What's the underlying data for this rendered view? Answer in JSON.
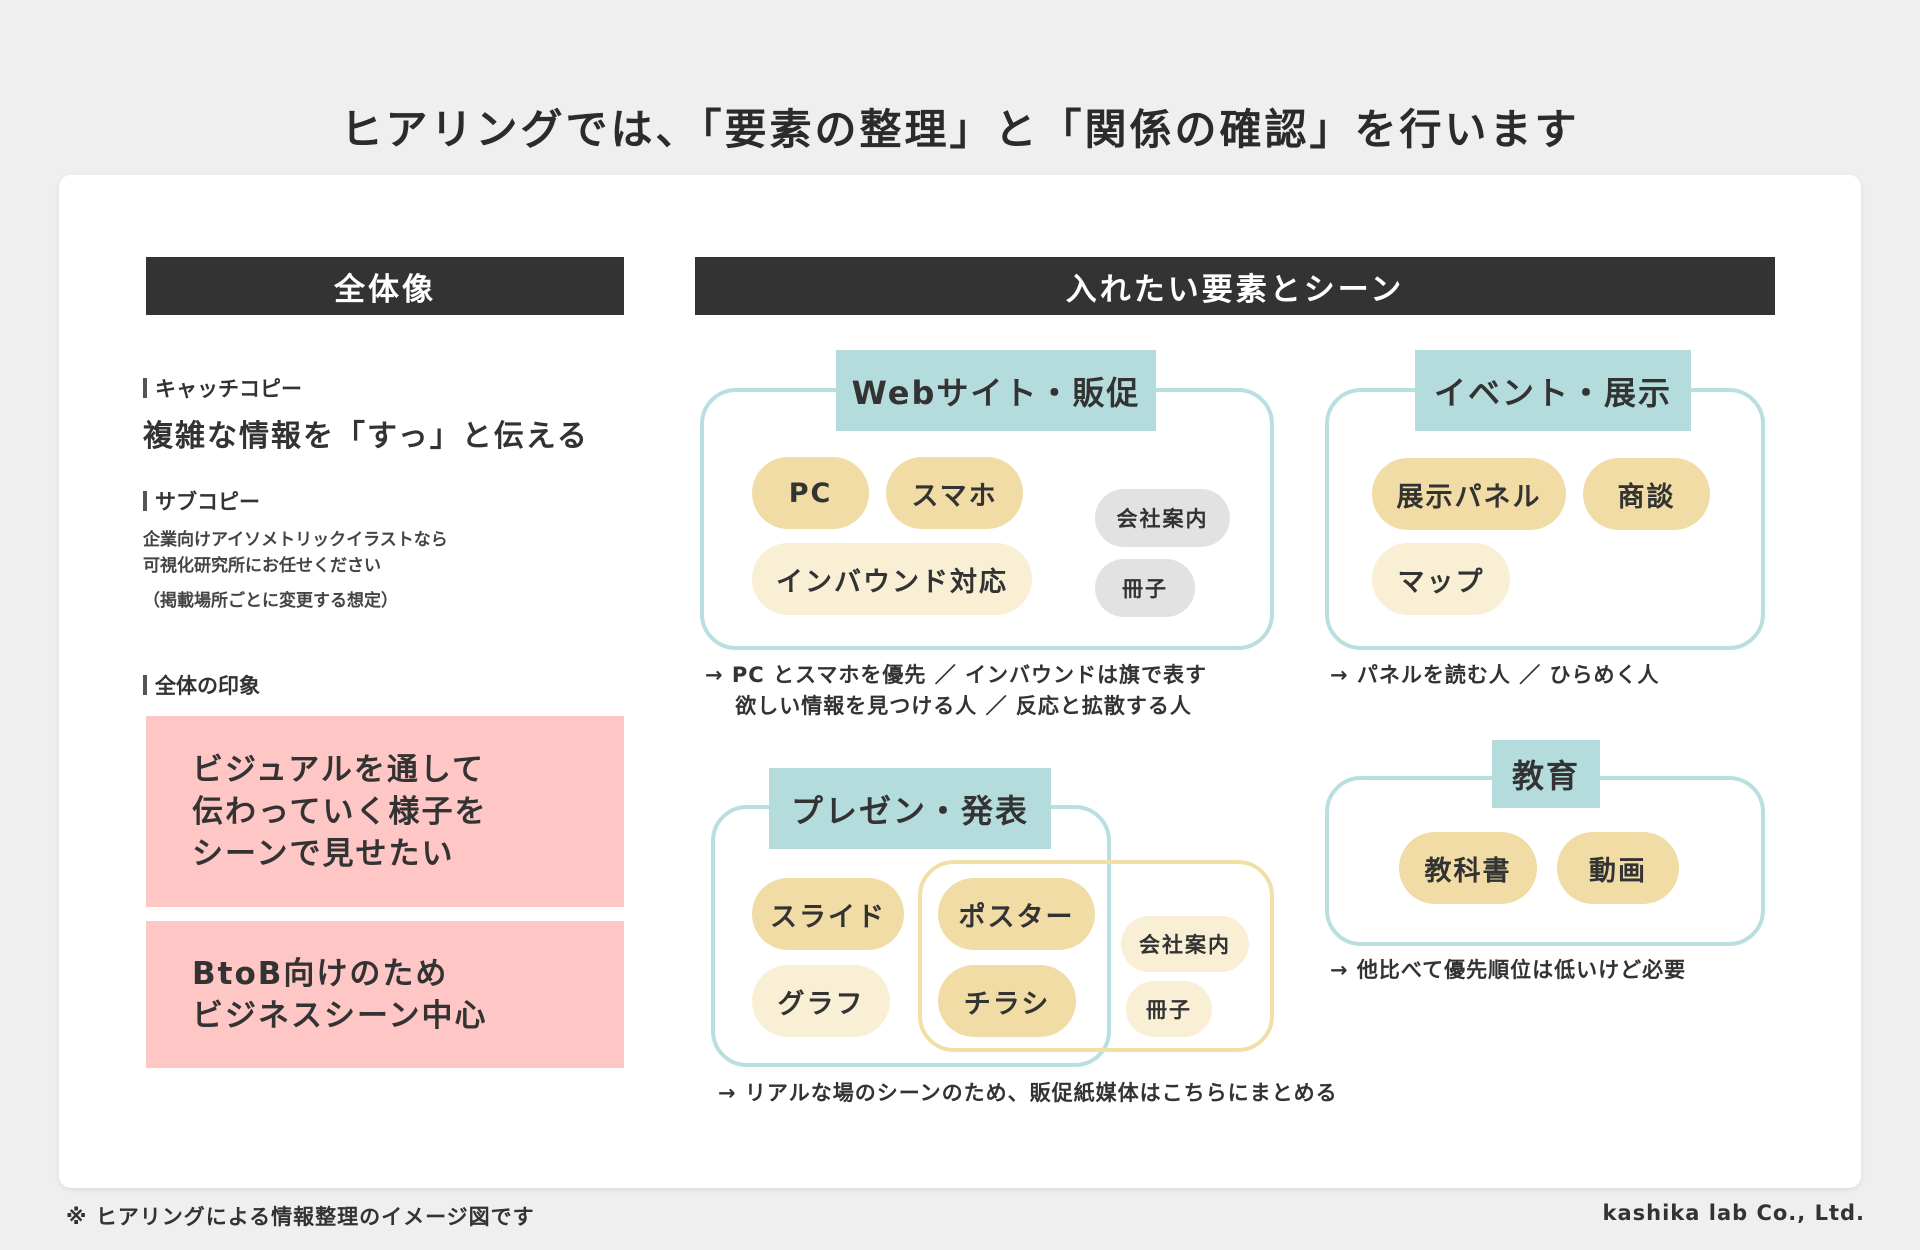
{
  "title": "ヒアリングでは、「要素の整理」と「関係の確認」を行います",
  "left": {
    "header": "全体像",
    "catch_label": "キャッチコピー",
    "catch_text": "複雑な情報を「すっ」と伝える",
    "sub_label": "サブコピー",
    "sub_line1": "企業向けアイソメトリックイラストなら",
    "sub_line2": "可視化研究所にお任せください",
    "sub_note": "（掲載場所ごとに変更する想定）",
    "impression_label": "全体の印象",
    "impression1": [
      "ビジュアルを通して",
      "伝わっていく様子を",
      "シーンで見せたい"
    ],
    "impression2": [
      "BtoB向けのため",
      "ビジネスシーン中心"
    ]
  },
  "right": {
    "header": "入れたい要素とシーン",
    "web": {
      "title": "Webサイト・販促",
      "items": [
        "PC",
        "スマホ",
        "インバウンド対応"
      ],
      "minor": [
        "会社案内",
        "冊子"
      ],
      "note": "→ PC とスマホを優先 ／ インバウンドは旗で表す\n　 欲しい情報を見つける人 ／ 反応と拡散する人"
    },
    "event": {
      "title": "イベント・展示",
      "items": [
        "展示パネル",
        "商談",
        "マップ"
      ],
      "note": "→ パネルを読む人 ／ ひらめく人"
    },
    "presen": {
      "title": "プレゼン・発表",
      "items": [
        "スライド",
        "グラフ"
      ],
      "shared": [
        "ポスター",
        "チラシ"
      ],
      "minor": [
        "会社案内",
        "冊子"
      ],
      "note": "→ リアルな場のシーンのため、販促紙媒体はこちらにまとめる"
    },
    "edu": {
      "title": "教育",
      "items": [
        "教科書",
        "動画"
      ],
      "note": "→ 他比べて優先順位は低いけど必要"
    }
  },
  "footer": {
    "note": "※ ヒアリングによる情報整理のイメージ図です",
    "company": "kashika lab Co., Ltd."
  }
}
